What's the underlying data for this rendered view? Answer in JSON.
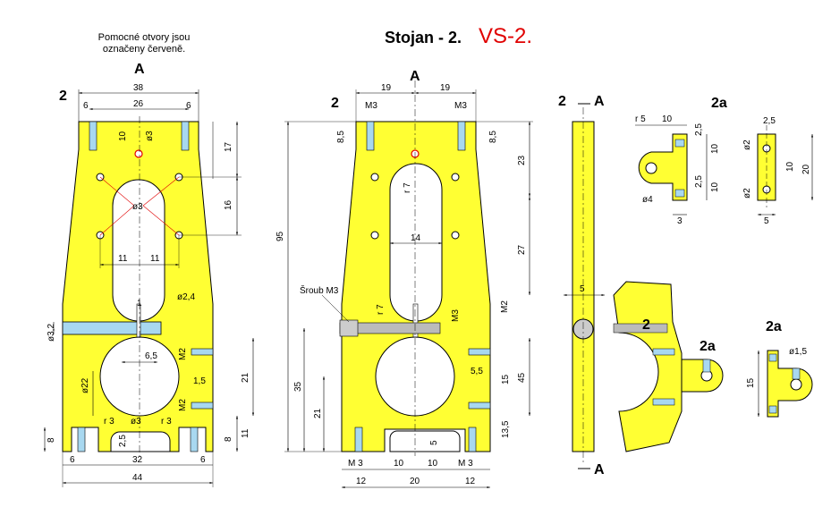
{
  "header": {
    "note_line1": "Pomocné otvory jsou",
    "note_line2": "označeny červeně.",
    "title": "Stojan - 2.",
    "title_code": "VS-2."
  },
  "colors": {
    "part_fill": "#ffff33",
    "hole_blue": "#a8d8f0",
    "red_hole": "#e00000",
    "outline": "#000000",
    "dim": "#000000"
  },
  "views": {
    "A": "A",
    "part2": "2",
    "part2a": "2a"
  },
  "left_view": {
    "dims": [
      "38",
      "26",
      "6",
      "6",
      "10",
      "ø3",
      "17",
      "16",
      "ø3",
      "11",
      "11",
      "1",
      "ø2,4",
      "ø3,2",
      "6,5",
      "ø22",
      "M2",
      "1,5",
      "M2",
      "21",
      "8",
      "r 3",
      "ø3",
      "r 3",
      "2,5",
      "8",
      "11",
      "6",
      "32",
      "6",
      "44"
    ]
  },
  "middle_view": {
    "dims": [
      "19",
      "19",
      "M3",
      "M3",
      "8,5",
      "8,5",
      "23",
      "r 7",
      "14",
      "27",
      "95",
      "Šroub M3",
      "r 7",
      "M3",
      "M2",
      "35",
      "5,5",
      "15",
      "45",
      "21",
      "13,5",
      "5",
      "M 3",
      "10",
      "10",
      "M 3",
      "12",
      "20",
      "12"
    ]
  },
  "side_view": {
    "dims": [
      "5"
    ]
  },
  "part2a_top": {
    "dims": [
      "r 5",
      "10",
      "2,5",
      "10",
      "2,5",
      "10",
      "ø4",
      "3",
      "2,5",
      "ø2",
      "10",
      "20",
      "ø2",
      "5"
    ]
  },
  "part2a_bottom": {
    "dims": [
      "ø1,5",
      "15"
    ]
  }
}
